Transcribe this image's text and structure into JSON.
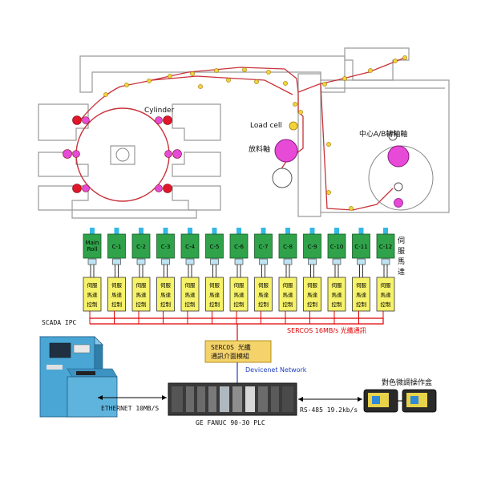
{
  "machine": {
    "cylinder_label": "Cylinder",
    "load_cell_label": "Load cell",
    "unwind_label": "放料軸",
    "center_ab_label": "中心A/B轉軸軸"
  },
  "servo_motor_label": "伺服馬達",
  "motors": [
    "Main Roll",
    "C-1",
    "C-2",
    "C-3",
    "C-4",
    "C-5",
    "C-6",
    "C-7",
    "C-8",
    "C-9",
    "C-10",
    "C-11",
    "C-12"
  ],
  "drive_label": "伺服馬達控制",
  "sercos_bus_label": "SERCOS 16MB/s 光纖通訊",
  "sercos_box_label": "SERCOS  光纖通訊介面模組",
  "devicenet_label": "Devicenet Network",
  "scada_label": "SCADA  IPC",
  "ethernet_label": "ETHERNET  10MB/S",
  "plc_label": "GE FANUC 90-30 PLC",
  "rs485_label": "RS-485  19.2kb/s",
  "hmi_label": "對色微調操作盒",
  "colors": {
    "web_path": "#c8323a",
    "roller_red": "#e0162b",
    "roller_pink": "#e64ad7",
    "motor_green": "#2fa24a",
    "motor_cyan": "#34b9e6",
    "drive_yellow": "#f6f26a",
    "bus_red": "#e00000",
    "sercos_box": "#f5d36b",
    "devicenet_blue": "#1f3fbf",
    "scada_blue": "#4aa6d4",
    "plc_dark": "#3a3a3a",
    "hmi_panel": "#2a2a2a"
  }
}
